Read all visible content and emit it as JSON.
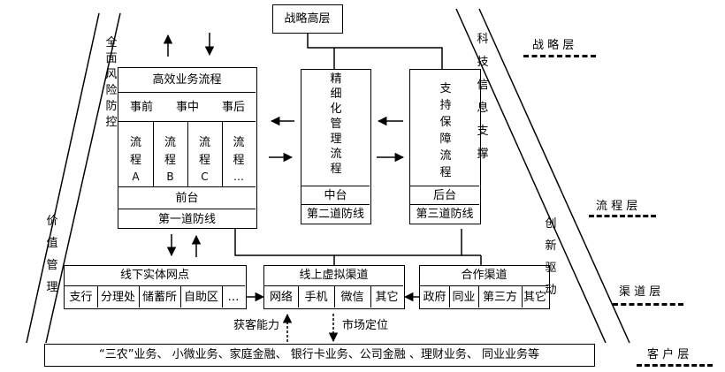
{
  "strategy": {
    "label": "战略高层"
  },
  "efficient": {
    "title": "高效业务流程",
    "stages": [
      "事前",
      "事中",
      "事后"
    ],
    "flows": [
      {
        "char1": "流",
        "char2": "程",
        "tag": "A"
      },
      {
        "char1": "流",
        "char2": "程",
        "tag": "B"
      },
      {
        "char1": "流",
        "char2": "程",
        "tag": "C"
      },
      {
        "char1": "流",
        "char2": "程",
        "tag": "…"
      }
    ],
    "front": "前台",
    "defense": "第一道防线"
  },
  "middle": {
    "title": "精\n细\n化\n管\n理\n流\n程",
    "tier": "中台",
    "defense": "第二道防线"
  },
  "back": {
    "title": "支\n持\n保\n障\n流\n程",
    "tier": "后台",
    "defense": "第三道防线"
  },
  "offline": {
    "title": "线下实体网点",
    "items": [
      "支行",
      "分理处",
      "储蓄所",
      "自助区",
      "…"
    ]
  },
  "online": {
    "title": "线上虚拟渠道",
    "items": [
      "网络",
      "手机",
      "微信",
      "其它"
    ]
  },
  "partner": {
    "title": "合作渠道",
    "items": [
      "政府",
      "同业",
      "第三方",
      "其它"
    ]
  },
  "captions": {
    "acquire": "获客能力",
    "position": "市场定位"
  },
  "customers": {
    "text": "“三农”业务、 小微业务、家庭金融、 银行卡业务、公司金融 、理财业务、 同业业务等"
  },
  "left_side": {
    "risk_text": "全\n面\n风\n险\n防\n控",
    "value_text": "价\n值\n管\n理"
  },
  "right_side": {
    "tech_text": "科\n技\n信\n息\n支\n撑",
    "innov_text": "创\n新\n驱\n动"
  },
  "layers": [
    {
      "label": "战 略 层"
    },
    {
      "label": "流 程 层"
    },
    {
      "label": "渠 道 层"
    },
    {
      "label": "客 户 层"
    }
  ]
}
